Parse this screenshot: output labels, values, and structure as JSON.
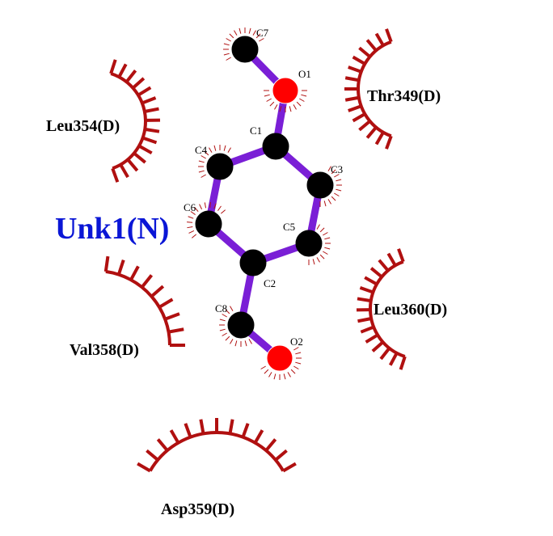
{
  "ligand": {
    "name": "Unk1(N)",
    "bond_color": "#7a1fd6"
  },
  "atoms": [
    {
      "id": "C7",
      "element": "C"
    },
    {
      "id": "O1",
      "element": "O"
    },
    {
      "id": "C1",
      "element": "C"
    },
    {
      "id": "C4",
      "element": "C"
    },
    {
      "id": "C3",
      "element": "C"
    },
    {
      "id": "C6",
      "element": "C"
    },
    {
      "id": "C5",
      "element": "C"
    },
    {
      "id": "C2",
      "element": "C"
    },
    {
      "id": "C8",
      "element": "C"
    },
    {
      "id": "O2",
      "element": "O"
    }
  ],
  "bonds": [
    [
      "C7",
      "O1"
    ],
    [
      "O1",
      "C1"
    ],
    [
      "C1",
      "C4"
    ],
    [
      "C1",
      "C3"
    ],
    [
      "C4",
      "C6"
    ],
    [
      "C3",
      "C5"
    ],
    [
      "C6",
      "C2"
    ],
    [
      "C5",
      "C2"
    ],
    [
      "C2",
      "C8"
    ],
    [
      "C8",
      "O2"
    ]
  ],
  "residues": [
    {
      "name": "Thr349(D)"
    },
    {
      "name": "Leu354(D)"
    },
    {
      "name": "Leu360(D)"
    },
    {
      "name": "Val358(D)"
    },
    {
      "name": "Asp359(D)"
    }
  ],
  "colors": {
    "carbon": "#000000",
    "oxygen": "#ff0000",
    "hydrophobic_contact": "#b01010",
    "ligand_label": "#0a16d6"
  }
}
